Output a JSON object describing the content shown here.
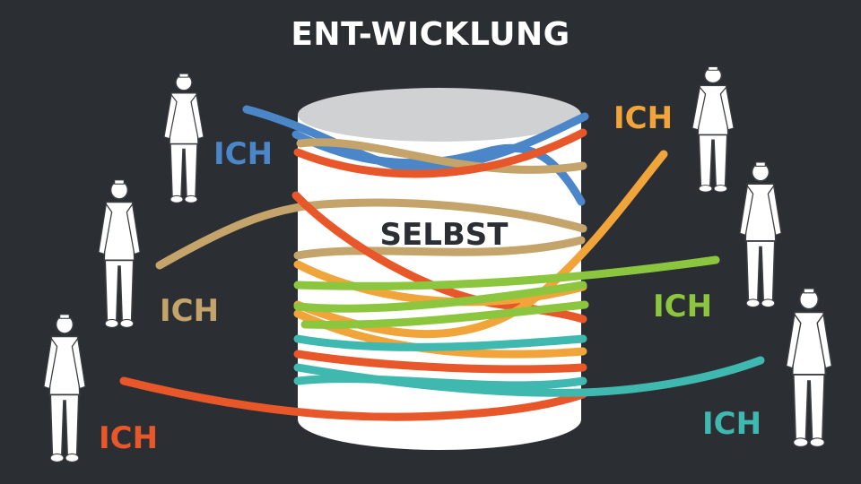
{
  "title": "ENT-WICKLUNG",
  "center_label": "SELBST",
  "ich_labels": [
    {
      "text": "ICH",
      "color": "#4a86c8"
    },
    {
      "text": "ICH",
      "color": "#c4a46a"
    },
    {
      "text": "ICH",
      "color": "#e8572a"
    },
    {
      "text": "ICH",
      "color": "#f0a43a"
    },
    {
      "text": "ICH",
      "color": "#8cc63f"
    },
    {
      "text": "ICH",
      "color": "#3fb8af"
    }
  ],
  "colors": {
    "background": "#2b2e33",
    "cylinder": "#ffffff",
    "cylinder_top": "#cfd1d3",
    "figure_line": "#4a4d52"
  },
  "icons": [
    "person-figure",
    "cylinder",
    "tangled-strands"
  ]
}
